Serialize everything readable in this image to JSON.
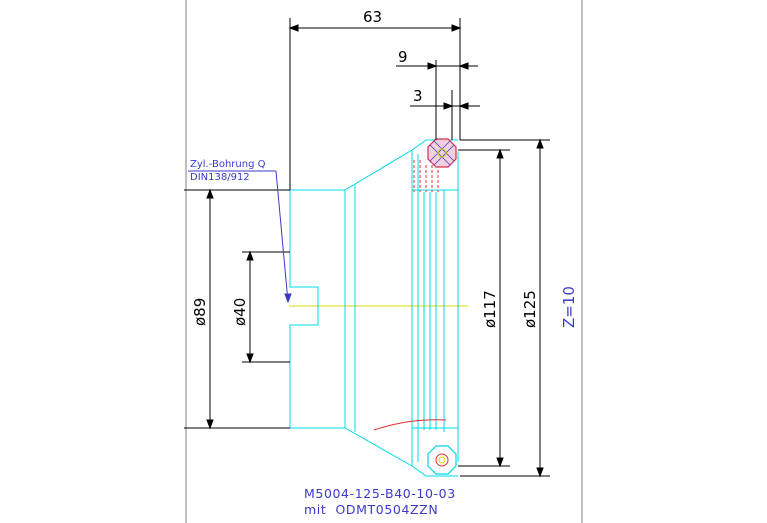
{
  "drawing": {
    "dimensions": {
      "top_width": "63",
      "offset_9": "9",
      "offset_3": "3",
      "diameter_89": "ø89",
      "diameter_40": "ø40",
      "diameter_117": "ø117",
      "diameter_125": "ø125",
      "teeth": "Z=10"
    },
    "note": {
      "line1": "Zyl.-Bohrung Q",
      "line2": "DIN138/912"
    },
    "title": {
      "part_number": "M5004-125-B40-10-03",
      "insert": "mit  ODMT0504ZZN"
    },
    "colors": {
      "outline": "#00d8e8",
      "dimension": "#000000",
      "note_text": "#3a3ac8",
      "axis": "#d8d800",
      "hatch": "#e03030"
    }
  }
}
